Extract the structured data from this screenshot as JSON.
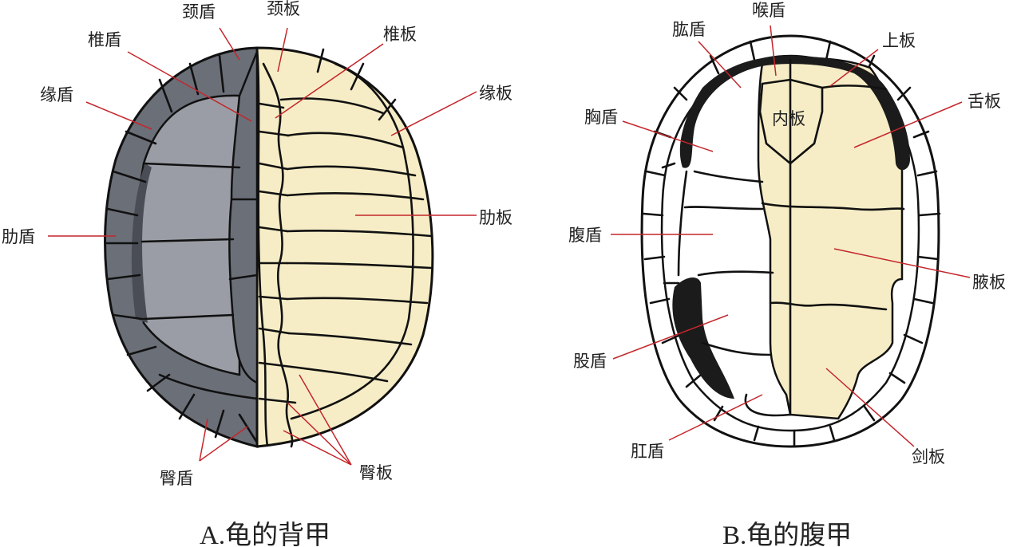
{
  "carapace": {
    "caption": "A.龟的背甲",
    "labels": {
      "neck_scute": "颈盾",
      "neck_plate": "颈板",
      "vertebral_scute": "椎盾",
      "vertebral_plate": "椎板",
      "marginal_scute": "缘盾",
      "marginal_plate": "缘板",
      "costal_scute": "肋盾",
      "costal_plate": "肋板",
      "pygal_scute": "臀盾",
      "pygal_plate": "臀板"
    }
  },
  "plastron": {
    "caption": "B.龟的腹甲",
    "labels": {
      "gular_scute": "喉盾",
      "humeral_scute": "肱盾",
      "epiplastron": "上板",
      "entoplastron": "内板",
      "hyoplastron": "舌板",
      "pectoral_scute": "胸盾",
      "abdominal_scute": "腹盾",
      "hypoplastron": "腋板",
      "femoral_scute": "股盾",
      "anal_scute": "肛盾",
      "xiphiplastron": "剑板"
    }
  },
  "colors": {
    "scute_dark": "#6b6f78",
    "scute_mid": "#5d6169",
    "scute_light": "#9a9da5",
    "bone": "#f6edc6",
    "plastron_dark": "#1b1b1b",
    "leader_line": "#c4262b"
  }
}
